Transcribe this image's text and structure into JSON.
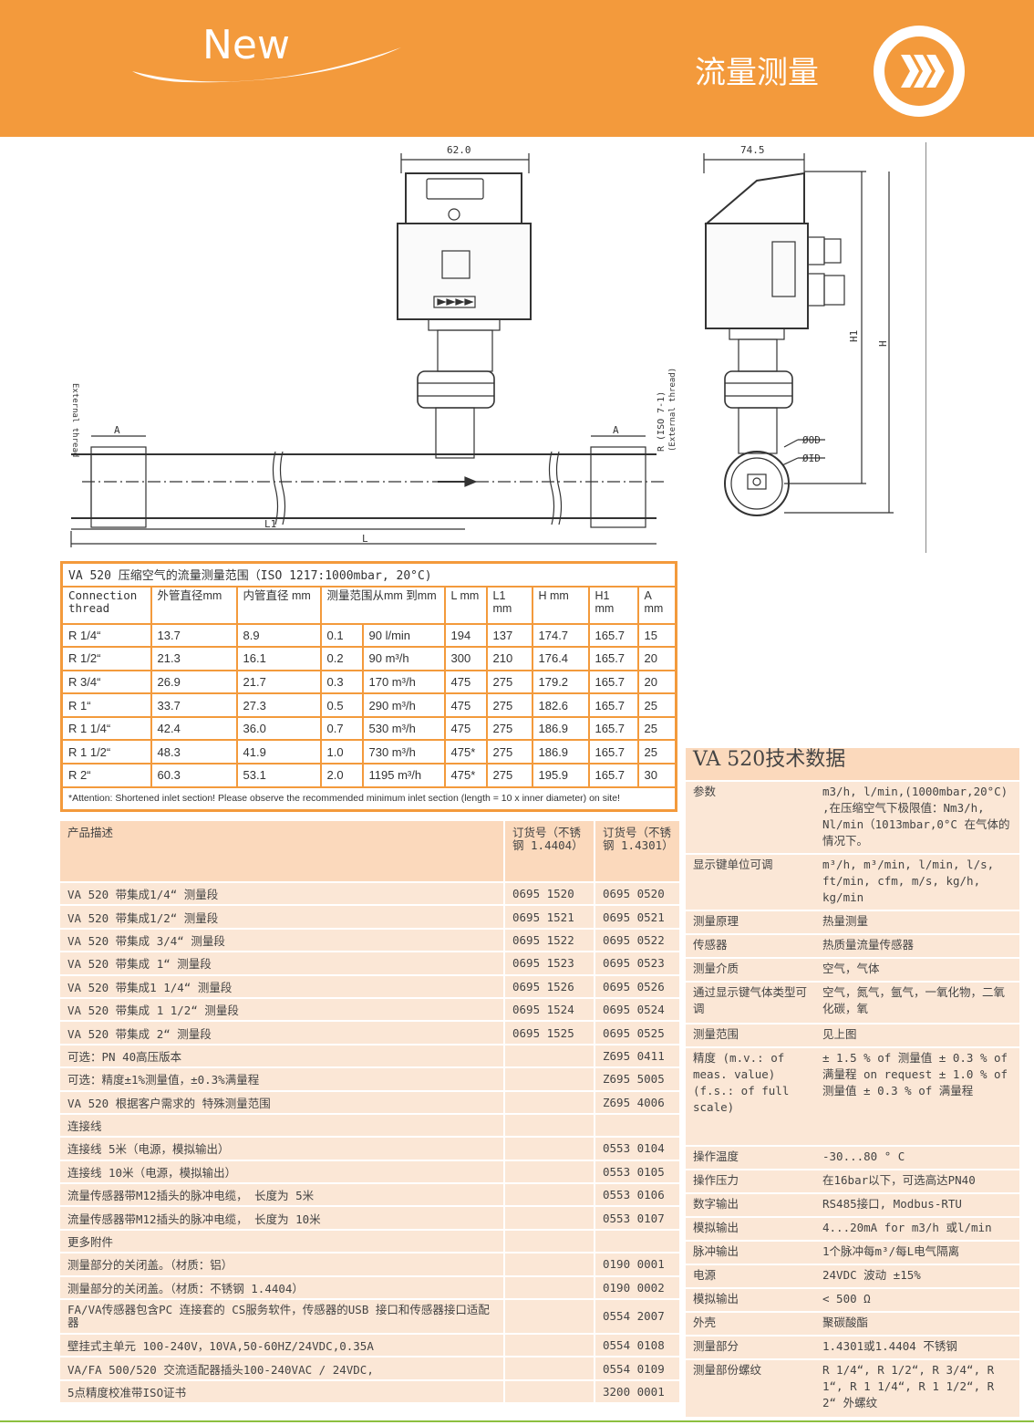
{
  "header": {
    "new_label": "New",
    "title": "流量测量"
  },
  "drawing": {
    "dim_62": "62.0",
    "dim_745": "74.5",
    "ext_thread_left": "External thread",
    "ext_thread_right": "(External thread)",
    "r_iso": "R (ISO 7-1)",
    "label_A": "A",
    "label_L1": "L1",
    "label_L": "L",
    "label_H1": "H1",
    "label_H": "H",
    "label_OD": "ØOD",
    "label_ID": "ØID"
  },
  "range_table": {
    "title": "VA 520 压缩空气的流量测量范围（ISO 1217:1000mbar, 20°C)",
    "headers": [
      "Connection thread",
      "外管直径mm",
      "内管直径 mm",
      "测量范围从mm 到mm",
      "L mm",
      "L1 mm",
      "H mm",
      "H1 mm",
      "A mm"
    ],
    "rows": [
      [
        "R 1/4“",
        "13.7",
        "8.9",
        "0.1",
        "90 l/min",
        "194",
        "137",
        "174.7",
        "165.7",
        "15"
      ],
      [
        "R 1/2“",
        "21.3",
        "16.1",
        "0.2",
        "90 m³/h",
        "300",
        "210",
        "176.4",
        "165.7",
        "20"
      ],
      [
        "R 3/4“",
        "26.9",
        "21.7",
        "0.3",
        "170 m³/h",
        "475",
        "275",
        "179.2",
        "165.7",
        "20"
      ],
      [
        "R 1“",
        "33.7",
        "27.3",
        "0.5",
        "290 m³/h",
        "475",
        "275",
        "182.6",
        "165.7",
        "25"
      ],
      [
        "R 1 1/4“",
        "42.4",
        "36.0",
        "0.7",
        "530 m³/h",
        "475",
        "275",
        "186.9",
        "165.7",
        "25"
      ],
      [
        "R 1 1/2“",
        "48.3",
        "41.9",
        "1.0",
        "730 m³/h",
        "475*",
        "275",
        "186.9",
        "165.7",
        "25"
      ],
      [
        "R 2“",
        "60.3",
        "53.1",
        "2.0",
        "1195 m³/h",
        "475*",
        "275",
        "195.9",
        "165.7",
        "30"
      ]
    ],
    "note": "*Attention: Shortened inlet section! Please observe the recommended minimum inlet section (length = 10 x inner diameter) on site!"
  },
  "order_table": {
    "headers": [
      "产品描述",
      "订货号（不锈钢 1.4404）",
      "订货号（不锈钢 1.4301）"
    ],
    "rows": [
      [
        "VA 520 带集成1/4“ 测量段",
        "0695 1520",
        "0695 0520"
      ],
      [
        "VA 520 带集成1/2“ 测量段",
        "0695 1521",
        "0695 0521"
      ],
      [
        "VA 520 带集成 3/4“ 测量段",
        "0695 1522",
        "0695 0522"
      ],
      [
        "VA 520 带集成 1“  测量段",
        "0695 1523",
        "0695 0523"
      ],
      [
        "VA 520 带集成1 1/4“ 测量段",
        "0695 1526",
        "0695 0526"
      ],
      [
        "VA 520 带集成 1 1/2“ 测量段",
        "0695 1524",
        "0695 0524"
      ],
      [
        "VA 520 带集成 2“ 测量段",
        "0695 1525",
        "0695 0525"
      ],
      [
        "可选：PN 40高压版本",
        "",
        "Z695 0411"
      ],
      [
        "可选：精度±1%测量值，±0.3%满量程",
        "",
        "Z695 5005"
      ],
      [
        "VA 520 根据客户需求的 特殊测量范围",
        "",
        "Z695 4006"
      ],
      [
        "连接线",
        "",
        ""
      ],
      [
        "连接线 5米（电源，模拟输出）",
        "",
        "0553 0104"
      ],
      [
        "连接线 10米（电源，模拟输出）",
        "",
        "0553 0105"
      ],
      [
        "流量传感器带M12插头的脉冲电缆， 长度为 5米",
        "",
        "0553 0106"
      ],
      [
        "流量传感器带M12插头的脉冲电缆， 长度为 10米",
        "",
        "0553 0107"
      ],
      [
        "更多附件",
        "",
        ""
      ],
      [
        "测量部分的关闭盖。（材质：铝）",
        "",
        "0190 0001"
      ],
      [
        "测量部分的关闭盖。（材质：不锈钢 1.4404）",
        "",
        "0190 0002"
      ],
      [
        "FA/VA传感器包含PC 连接套的 CS服务软件，传感器的USB 接口和传感器接口适配器",
        "",
        "0554 2007"
      ],
      [
        "壁挂式主单元 100-240V，10VA,50-60HZ/24VDC,0.35A",
        "",
        "0554 0108"
      ],
      [
        "VA/FA 500/520 交流适配器插头100-240VAC / 24VDC,",
        "",
        "0554 0109"
      ],
      [
        "5点精度校准带ISO证书",
        "",
        "3200 0001"
      ]
    ]
  },
  "tech_table": {
    "title": "VA 520技术数据",
    "rows": [
      [
        "参数",
        "m3/h, l/min,(1000mbar,20°C) ,在压缩空气下极限值：Nm3/h, Nl/min（1013mbar,0°C 在气体的情况下。"
      ],
      [
        "显示键单位可调",
        "m³/h, m³/min, l/min, l/s, ft/min, cfm, m/s, kg/h, kg/min"
      ],
      [
        "测量原理",
        "热量测量"
      ],
      [
        "传感器",
        "热质量流量传感器"
      ],
      [
        "测量介质",
        "空气，气体"
      ],
      [
        "通过显示键气体类型可调",
        "空气，氮气，氩气，一氧化物，二氧化碳，氧"
      ],
      [
        "测量范围",
        "见上图"
      ],
      [
        "精度 (m.v.: of meas. value) (f.s.: of full scale)",
        "± 1.5 % of 测量值 ± 0.3 % of 满量程 on request ± 1.0 % of 测量值 ± 0.3 % of 满量程"
      ],
      [
        "操作温度",
        "-30...80 ° C"
      ],
      [
        "操作压力",
        "在16bar以下，可选高达PN40"
      ],
      [
        "数字输出",
        "RS485接口, Modbus-RTU"
      ],
      [
        "模拟输出",
        "4...20mA for m3/h 或l/min"
      ],
      [
        "脉冲输出",
        "1个脉冲每m³/每L电气隔离"
      ],
      [
        "电源",
        "24VDC 波动 ±15%"
      ],
      [
        "模拟输出",
        "< 500 Ω"
      ],
      [
        "外壳",
        "聚碳酸酯"
      ],
      [
        "测量部分",
        "1.4301或1.4404 不锈钢"
      ],
      [
        "测量部份螺纹",
        "R 1/4“, R 1/2“, R 3/4“, R 1“, R 1 1/4“, R 1 1/2“, R 2“ 外螺纹"
      ]
    ]
  }
}
